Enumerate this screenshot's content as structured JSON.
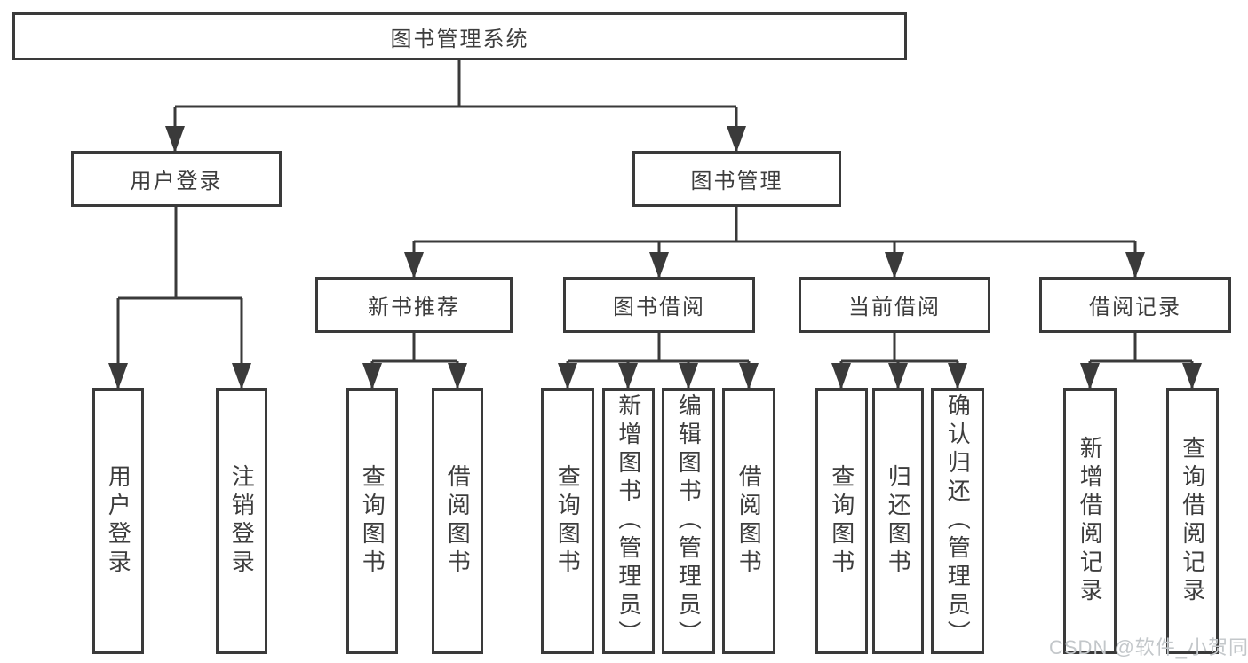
{
  "colors": {
    "line": "#3a3a3a",
    "box_border": "#3a3a3a",
    "text": "#3d3d3d",
    "background": "#ffffff",
    "watermark_text": "#c3c7ca"
  },
  "tree": {
    "root": {
      "label": "图书管理系统",
      "children": [
        {
          "label": "用户登录",
          "children": [
            {
              "label": "用户登录"
            },
            {
              "label": "注销登录"
            }
          ]
        },
        {
          "label": "图书管理",
          "children": [
            {
              "label": "新书推荐",
              "children": [
                {
                  "label": "查询图书"
                },
                {
                  "label": "借阅图书"
                }
              ]
            },
            {
              "label": "图书借阅",
              "children": [
                {
                  "label": "查询图书"
                },
                {
                  "label": "新增图书（管理员）"
                },
                {
                  "label": "编辑图书（管理员）"
                },
                {
                  "label": "借阅图书"
                }
              ]
            },
            {
              "label": "当前借阅",
              "children": [
                {
                  "label": "查询图书"
                },
                {
                  "label": "归还图书"
                },
                {
                  "label": "确认归还（管理员）"
                }
              ]
            },
            {
              "label": "借阅记录",
              "children": [
                {
                  "label": "新增借阅记录"
                },
                {
                  "label": "查询借阅记录"
                }
              ]
            }
          ]
        }
      ]
    }
  },
  "watermark": "CSDN @软件_小贺同学"
}
